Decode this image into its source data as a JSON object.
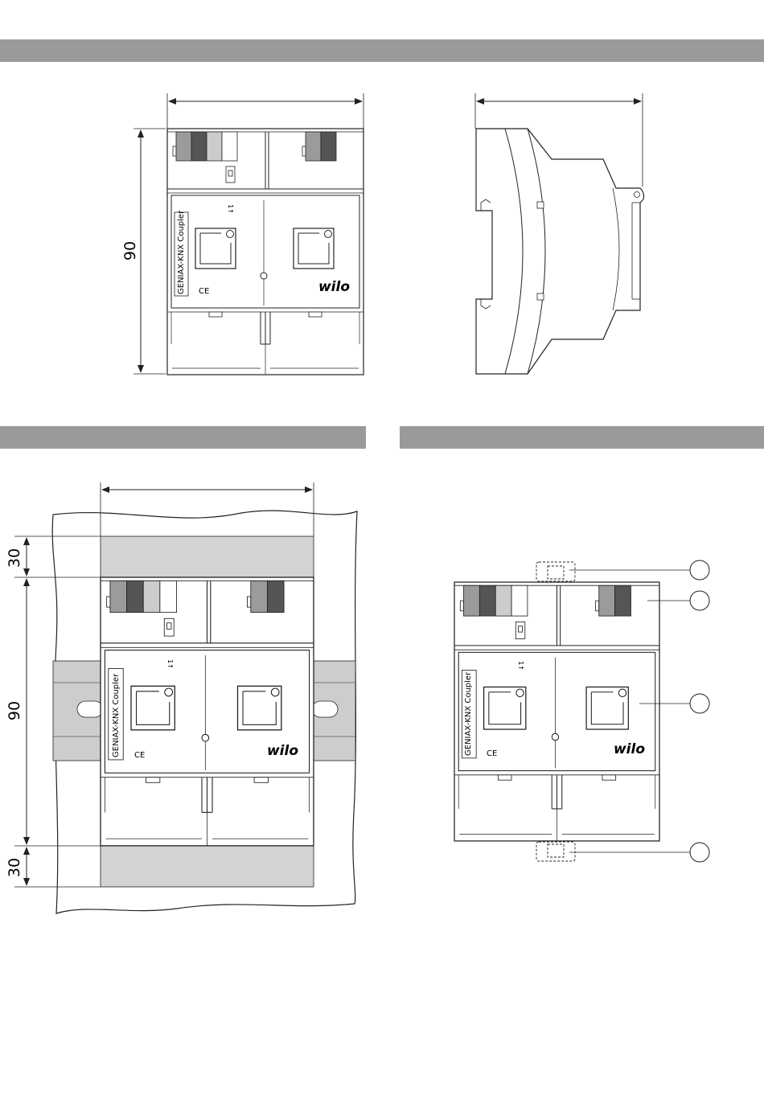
{
  "figures": {
    "front": {
      "height_dim": "90"
    },
    "mounting": {
      "top_clearance": "30",
      "height_dim": "90",
      "bottom_clearance": "30"
    }
  },
  "device": {
    "model_label": "GENIAX-KNX Coupler",
    "ce_mark": "CE",
    "brand": "wilo",
    "switch_marking": "1↑"
  },
  "colors": {
    "header_band": "#9a9a9a",
    "rail": "#cdcdcd",
    "clearance_zone": "#d3d3d3",
    "terminal_light_gray": "#9b9b9b",
    "terminal_dark_gray": "#555555",
    "terminal_pale_gray": "#cccccc",
    "terminal_white": "#ffffff"
  }
}
